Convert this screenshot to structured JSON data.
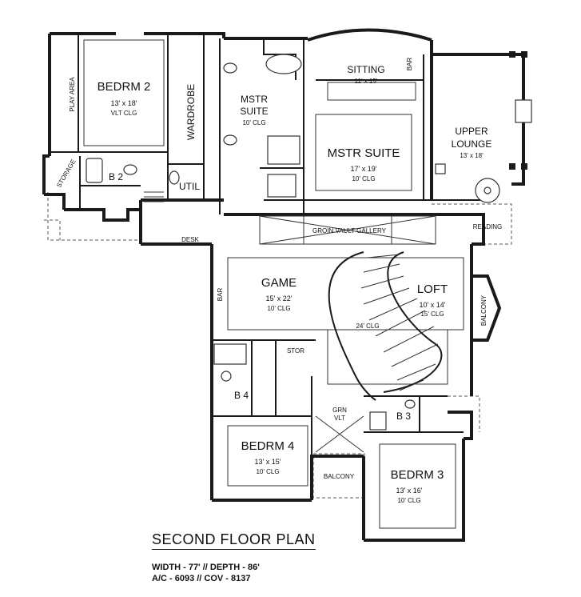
{
  "plan": {
    "title": "SECOND FLOOR PLAN",
    "width_line": "WIDTH - 77' // DEPTH - 86'",
    "area_line": "A/C - 6093 // COV - 8137"
  },
  "rooms": {
    "bedrm2": {
      "name": "BEDRM 2",
      "size": "13' x 18'",
      "note": "VLT CLG"
    },
    "play_area": {
      "name": "PLAY AREA"
    },
    "storage": {
      "name": "STORAGE"
    },
    "b2": {
      "name": "B 2"
    },
    "wardrobe": {
      "name": "WARDROBE"
    },
    "util": {
      "name": "UTIL"
    },
    "mstr_suite_small": {
      "name_line1": "MSTR",
      "name_line2": "SUITE",
      "note": "10' CLG"
    },
    "sitting": {
      "name": "SITTING",
      "size": "11' x 15'"
    },
    "bar_top": {
      "name": "BAR"
    },
    "mstr_suite": {
      "name": "MSTR SUITE",
      "size": "17' x 19'",
      "note": "10' CLG"
    },
    "upper_lounge": {
      "name_line1": "UPPER",
      "name_line2": "LOUNGE",
      "size": "13' x 18'"
    },
    "reading": {
      "name": "READING"
    },
    "groin_vault_gallery": {
      "name": "GROIN VAULT GALLERY"
    },
    "desk": {
      "name": "DESK"
    },
    "game": {
      "name": "GAME",
      "size": "15' x 22'",
      "note": "10' CLG"
    },
    "bar_game": {
      "name": "BAR"
    },
    "loft": {
      "name": "LOFT",
      "size": "10' x 14'",
      "note": "15' CLG"
    },
    "stair_clg": {
      "note": "24' CLG"
    },
    "balcony_side": {
      "name": "BALCONY"
    },
    "stor": {
      "name": "STOR"
    },
    "b4": {
      "name": "B 4"
    },
    "grn_vlt": {
      "name_line1": "GRN",
      "name_line2": "VLT"
    },
    "b3": {
      "name": "B 3"
    },
    "bedrm4": {
      "name": "BEDRM 4",
      "size": "13' x 15'",
      "note": "10' CLG"
    },
    "balcony_bottom": {
      "name": "BALCONY"
    },
    "bedrm3": {
      "name": "BEDRM 3",
      "size": "13' x 16'",
      "note": "10' CLG"
    }
  }
}
